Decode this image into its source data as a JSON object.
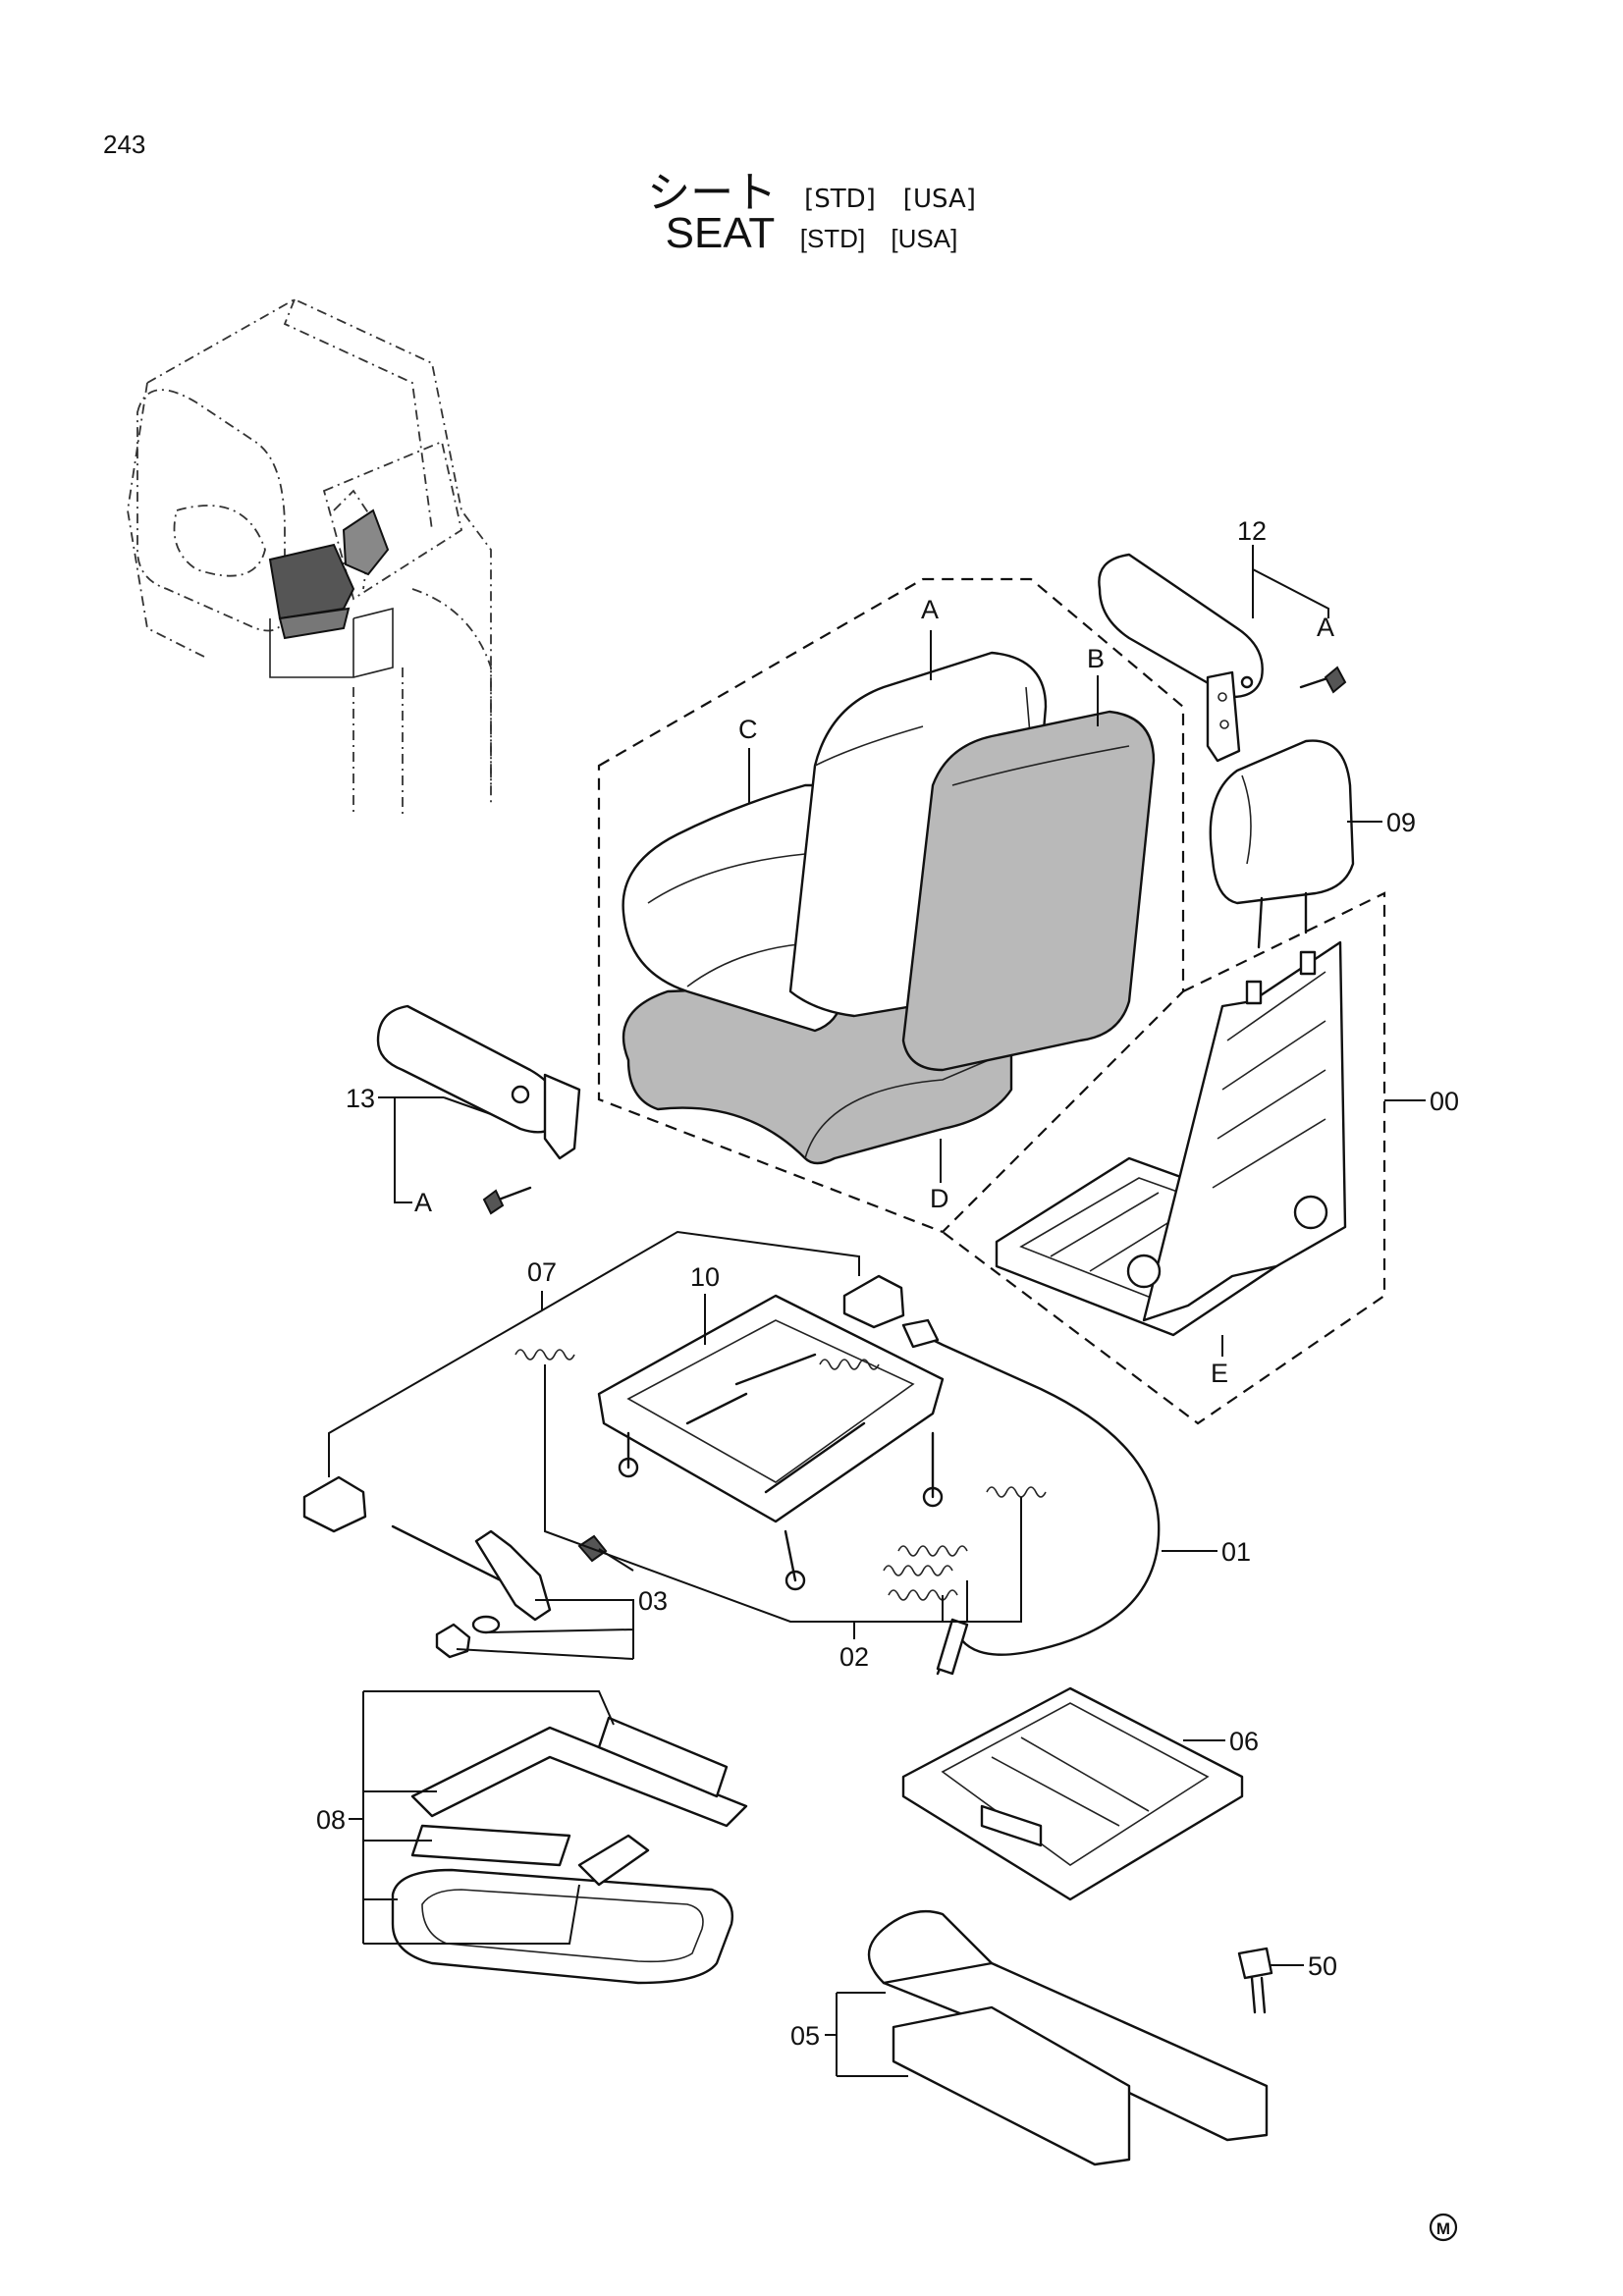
{
  "page_number": "243",
  "title": {
    "japanese": "シート",
    "english": "SEAT",
    "tags": [
      "[STD]",
      "[USA]"
    ]
  },
  "callouts": {
    "a_upper": "A",
    "b": "B",
    "c": "C",
    "d": "D",
    "e": "E",
    "a_lower": "A",
    "a_right": "A",
    "p00": "00",
    "p01": "01",
    "p02": "02",
    "p03": "03",
    "p05": "05",
    "p06": "06",
    "p07": "07",
    "p08": "08",
    "p09": "09",
    "p10": "10",
    "p12": "12",
    "p13": "13",
    "p50": "50"
  },
  "corner_mark": "M"
}
